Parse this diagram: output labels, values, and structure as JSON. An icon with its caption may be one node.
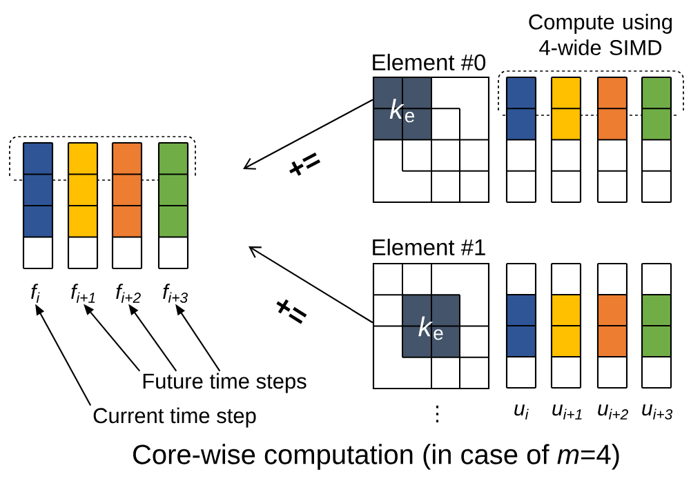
{
  "diagram": {
    "caption": "Core-wise computation (in case of *m*=4)",
    "nodes": [
      {
        "text": [
          "f$_{i}$"
        ]
      },
      {
        "text": [
          "f$_{i+1}$"
        ]
      },
      {
        "text": [
          "f$_{i+2}$"
        ]
      },
      {
        "text": [
          "f$_{i+3}$"
        ]
      },
      {
        "text": [
          "Future time steps"
        ]
      },
      {
        "text": [
          "Current time step"
        ]
      },
      {
        "text": [
          "Element #0",
          "*k*$_{e}$"
        ]
      },
      {
        "text": [],
        "shape": "bar"
      },
      {
        "text": [],
        "shape": "bar"
      },
      {
        "text": [],
        "shape": "bar"
      },
      {
        "text": [],
        "shape": "bar"
      },
      {
        "text": [
          "Element #1",
          "*k*$_{e}$"
        ],
        "beside": [
          "⋮"
        ]
      },
      {
        "text": [
          "u$_{i}$"
        ]
      },
      {
        "text": [
          "u$_{i+1}$"
        ]
      },
      {
        "text": [
          "u$_{i+2}$"
        ]
      },
      {
        "text": [
          "u$_{i+3}$"
        ]
      }
    ],
    "edges": [
      {
        "from": 6,
        "to": null,
        "arrow": "to",
        "label": "+="
      },
      {
        "from": 11,
        "to": null,
        "arrow": "to",
        "label": "+="
      },
      {
        "from": 5,
        "to": 0,
        "arrow": "to"
      },
      {
        "from": 4,
        "to": 1,
        "arrow": "to"
      },
      {
        "from": 4,
        "to": 2,
        "arrow": "to"
      },
      {
        "from": 4,
        "to": 3,
        "arrow": "to"
      }
    ],
    "labels": [
      "Compute using 4-wide SIMD"
    ]
  }
}
